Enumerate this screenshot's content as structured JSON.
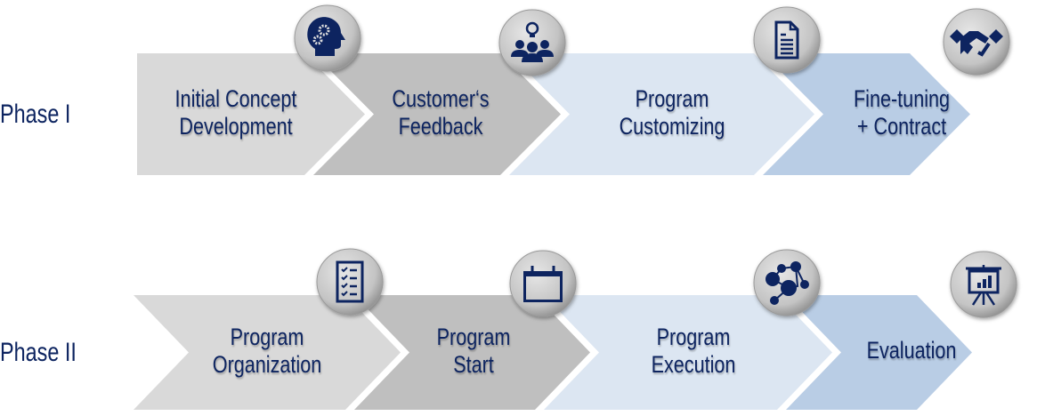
{
  "phases": [
    {
      "title": "Phase I",
      "steps": [
        {
          "lines": [
            "Initial Concept",
            "Development"
          ],
          "icon": "head-gears-icon",
          "color": "#d9d9d9"
        },
        {
          "lines": [
            "Customer‘s",
            "Feedback"
          ],
          "icon": "team-idea-icon",
          "color": "#bfbfbf"
        },
        {
          "lines": [
            "Program",
            "Customizing"
          ],
          "icon": "document-icon",
          "color": "#dce6f2"
        },
        {
          "lines": [
            "Fine-tuning",
            "+ Contract"
          ],
          "icon": "handshake-icon",
          "color": "#b9cde5"
        }
      ]
    },
    {
      "title": "Phase II",
      "steps": [
        {
          "lines": [
            "Program",
            "Organization"
          ],
          "icon": "checklist-icon",
          "color": "#d9d9d9"
        },
        {
          "lines": [
            "Program",
            "Start"
          ],
          "icon": "calendar-icon",
          "color": "#bfbfbf"
        },
        {
          "lines": [
            "Program",
            "Execution"
          ],
          "icon": "network-icon",
          "color": "#dce6f2"
        },
        {
          "lines": [
            "Evaluation"
          ],
          "icon": "presentation-chart-icon",
          "color": "#b9cde5"
        }
      ]
    }
  ],
  "icon_color": "#0d2460"
}
